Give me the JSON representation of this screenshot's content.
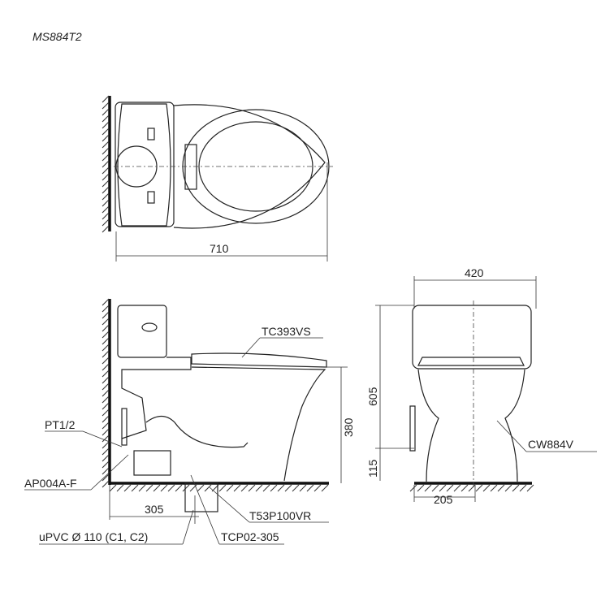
{
  "model": "MS884T2",
  "dimensions": {
    "top_length": "710",
    "front_width": "420",
    "front_height": "605",
    "side_seat_height": "380",
    "supply_height": "115",
    "front_offset": "205",
    "rough_in": "305"
  },
  "parts": {
    "seat": "TC393VS",
    "supply_fitting": "PT1/2",
    "angle_valve": "AP004A-F",
    "flange": "T53P100VR",
    "pipe": "uPVC Ø 110 (C1, C2)",
    "connector": "TCP02-305",
    "front_body": "CW884V"
  }
}
